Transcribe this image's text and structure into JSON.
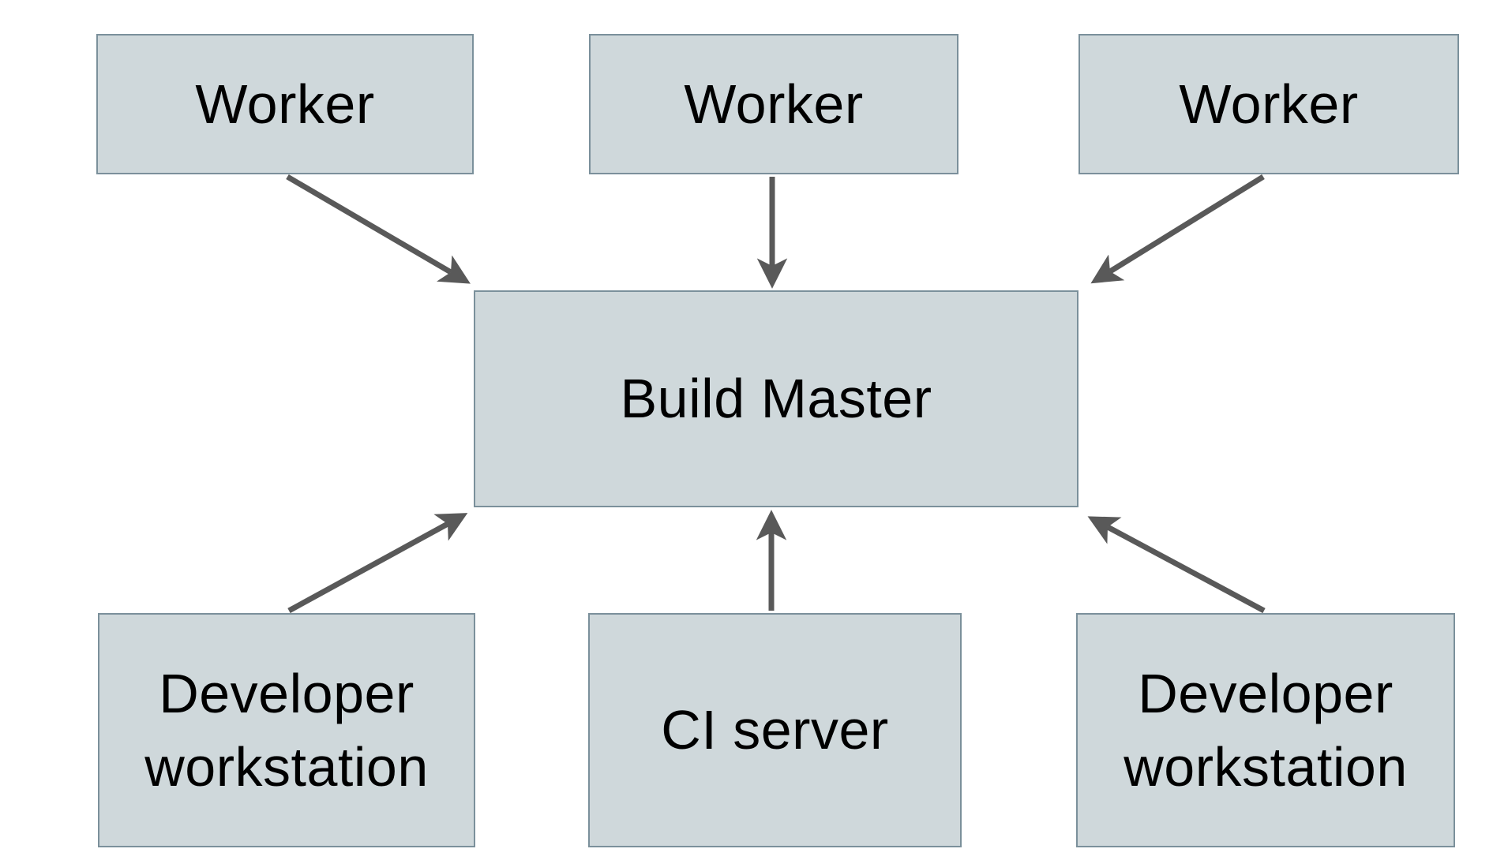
{
  "diagram": {
    "kind": "build-system-architecture",
    "nodes": [
      {
        "id": "worker-1",
        "label": "Worker"
      },
      {
        "id": "worker-2",
        "label": "Worker"
      },
      {
        "id": "worker-3",
        "label": "Worker"
      },
      {
        "id": "build-master",
        "label": "Build Master"
      },
      {
        "id": "developer-workstation-1",
        "label": "Developer workstation"
      },
      {
        "id": "ci-server",
        "label": "CI server"
      },
      {
        "id": "developer-workstation-2",
        "label": "Developer workstation"
      }
    ],
    "edges": [
      {
        "from": "worker-1",
        "to": "build-master",
        "direction": "down-right"
      },
      {
        "from": "worker-2",
        "to": "build-master",
        "direction": "down"
      },
      {
        "from": "worker-3",
        "to": "build-master",
        "direction": "down-left"
      },
      {
        "from": "developer-workstation-1",
        "to": "build-master",
        "direction": "up-right"
      },
      {
        "from": "ci-server",
        "to": "build-master",
        "direction": "up"
      },
      {
        "from": "developer-workstation-2",
        "to": "build-master",
        "direction": "up-left"
      }
    ],
    "colors": {
      "node_fill": "#cfd8db",
      "node_border": "#7b909b",
      "arrow": "#595959",
      "text": "#000000",
      "background": "#ffffff"
    }
  }
}
